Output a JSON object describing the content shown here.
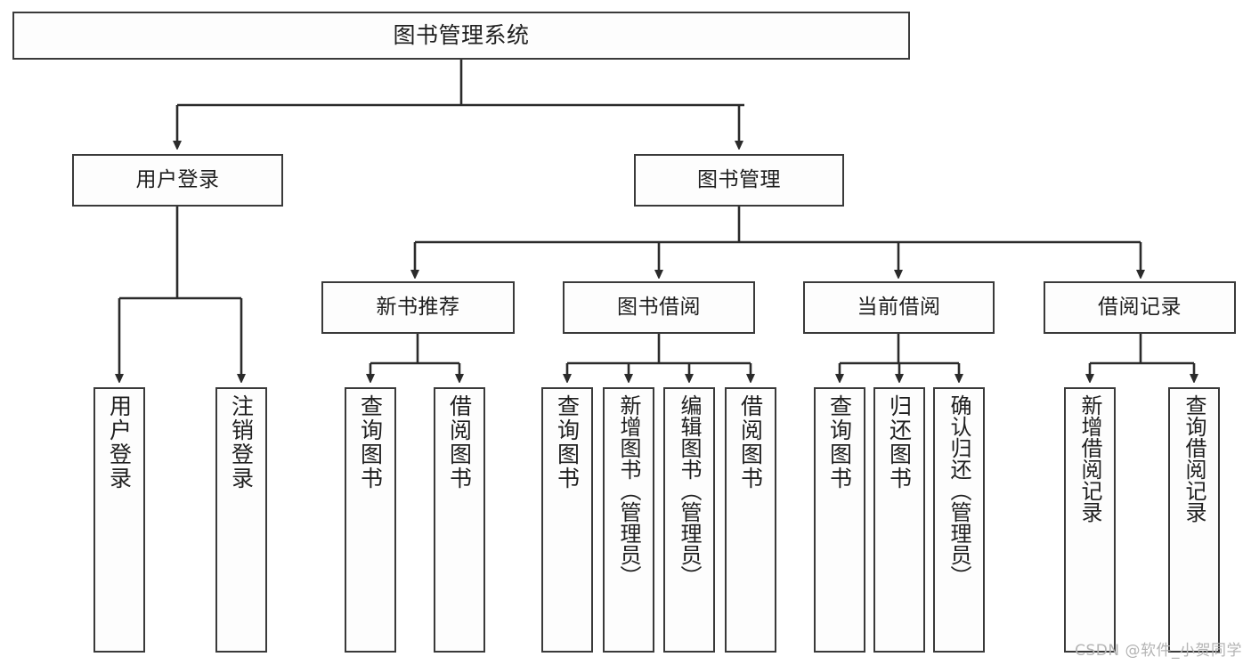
{
  "diagram": {
    "title": "图书管理系统",
    "watermark": "CSDN @软件_小贺同学",
    "accent_color": "#3a3a3a",
    "background_color": "#ffffff",
    "root": {
      "label": "图书管理系统"
    },
    "level2": [
      {
        "label": "用户登录"
      },
      {
        "label": "图书管理"
      }
    ],
    "level3": [
      {
        "label": "新书推荐"
      },
      {
        "label": "图书借阅"
      },
      {
        "label": "当前借阅"
      },
      {
        "label": "借阅记录"
      }
    ],
    "leaves": {
      "user_login": [
        {
          "label": "用户登录"
        },
        {
          "label": "注销登录"
        }
      ],
      "new_book": [
        {
          "label": "查询图书"
        },
        {
          "label": "借阅图书"
        }
      ],
      "borrow_book": [
        {
          "label": "查询图书"
        },
        {
          "label": "新增图书（管理员）"
        },
        {
          "label": "编辑图书（管理员）"
        },
        {
          "label": "借阅图书"
        }
      ],
      "current_borrow": [
        {
          "label": "查询图书"
        },
        {
          "label": "归还图书"
        },
        {
          "label": "确认归还（管理员）"
        }
      ],
      "borrow_record": [
        {
          "label": "新增借阅记录"
        },
        {
          "label": "查询借阅记录"
        }
      ]
    }
  }
}
